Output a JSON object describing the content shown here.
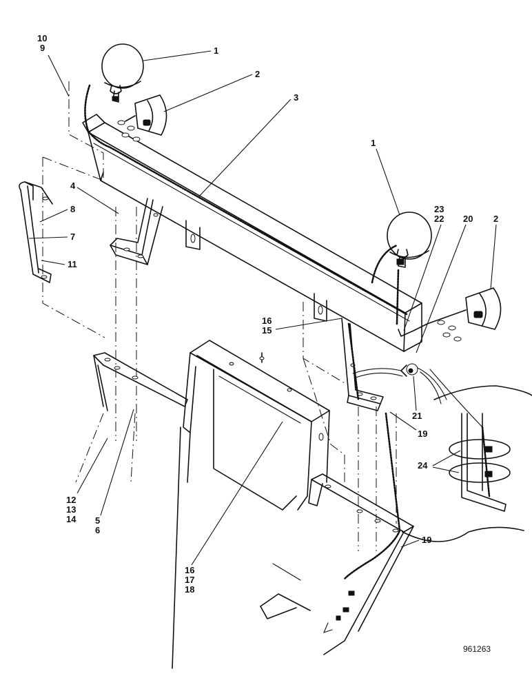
{
  "diagram": {
    "reference_number": "961263",
    "callouts": {
      "c10": "10",
      "c9": "9",
      "c1_left": "1",
      "c2_left": "2",
      "c3": "3",
      "c4": "4",
      "c8": "8",
      "c7": "7",
      "c11": "11",
      "c1_right": "1",
      "c23": "23",
      "c22": "22",
      "c20": "20",
      "c2_right": "2",
      "c16_upper": "16",
      "c15": "15",
      "c21": "21",
      "c19_upper": "19",
      "c24": "24",
      "c12": "12",
      "c13": "13",
      "c14": "14",
      "c5": "5",
      "c6": "6",
      "c16_lower": "16",
      "c17": "17",
      "c18": "18",
      "c19_lower": "19"
    }
  }
}
